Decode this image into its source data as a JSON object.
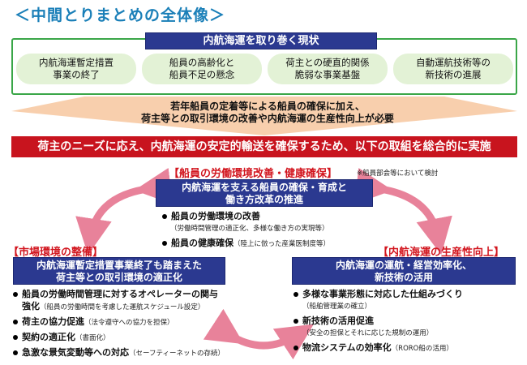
{
  "title": "＜中間とりまとめの全体像＞",
  "current": {
    "heading": "内航海運を取り巻く現状",
    "items": [
      {
        "line1": "内航海運暫定措置",
        "line2": "事業の終了"
      },
      {
        "line1": "船員の高齢化と",
        "line2": "船員不足の懸念"
      },
      {
        "line1": "荷主との硬直的関係",
        "line2": "脆弱な事業基盤"
      },
      {
        "line1": "自動運航技術等の",
        "line2": "新技術の進展"
      }
    ]
  },
  "necessity": {
    "line1": "若年船員の定着等による船員の確保に加え、",
    "line2": "荷主等との取引環境の改善や内航海運の生産性向上が必要"
  },
  "banner": "荷主のニーズに応え、内航海運の安定的輸送を確保するため、以下の取組を総合的に実施",
  "top_section": {
    "label": "【船員の労働環境改善・健康確保】",
    "note": "※船員部会等において検討",
    "box_line1": "内航海運を支える船員の確保・育成と",
    "box_line2": "働き方改革の推進",
    "bullets": [
      {
        "main": "船員の労働環境の改善",
        "detail": "（労働時間管理の適正化、多様な働き方の実現等）"
      },
      {
        "main": "船員の健康確保",
        "detail": "（陸上に倣った産業医制度等）"
      }
    ]
  },
  "left_section": {
    "label": "【市場環境の整備】",
    "box_line1": "内航海運暫定措置事業終了も踏まえた",
    "box_line2": "荷主等との取引環境の適正化",
    "bullets": [
      {
        "line1": "船員の労働時間管理に対するオペレーターの関与",
        "main": "強化",
        "detail": "（船員の労働時間を考慮した運航スケジュール設定）"
      },
      {
        "main": "荷主の協力促進",
        "detail": "（法令遵守への協力を担保）"
      },
      {
        "main": "契約の適正化",
        "detail": "（書面化）"
      },
      {
        "main": "急激な景気変動等への対応",
        "detail": "（セーフティーネットの存続）"
      }
    ]
  },
  "right_section": {
    "label": "【内航海運の生産性向上】",
    "box_line1": "内航海運の運航・経営効率化、",
    "box_line2": "新技術の活用",
    "bullets": [
      {
        "main": "多様な事業形態に対応した仕組みづくり",
        "detail": "（船舶管理業の確立）"
      },
      {
        "main": "新技術の活用促進",
        "detail": "（安全の担保とそれに応じた規制の運用）"
      },
      {
        "main": "物流システムの効率化",
        "detail": "（RORO船の活用）"
      }
    ]
  },
  "colors": {
    "title": "#1a7fb8",
    "navy": "#2b3990",
    "green": "#3aa648",
    "pill": "#e3f2d6",
    "red": "#c8141e",
    "arrow": "#e8829a",
    "peach": "#f7c9a6"
  }
}
